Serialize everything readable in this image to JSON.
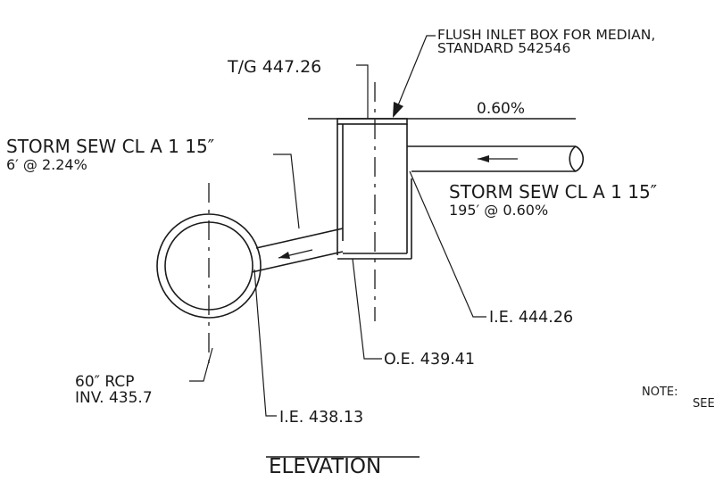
{
  "drawing": {
    "callouts": {
      "inlet_box_line1": "FLUSH INLET BOX FOR MEDIAN,",
      "inlet_box_line2": "STANDARD 542546",
      "top_of_grate": "T/G 447.26",
      "grade_slope": "0.60%",
      "left_sewer_line1": "STORM SEW CL A 1 15″",
      "left_sewer_line2": "6′ @ 2.24%",
      "right_sewer_line1": "STORM SEW CL A 1 15″",
      "right_sewer_line2": "195′ @ 0.60%",
      "inlet_invert": "I.E. 444.26",
      "outlet_elevation": "O.E. 439.41",
      "rcp_line1": "60″ RCP",
      "rcp_line2": "INV. 435.7",
      "outlet_invert": "I.E. 438.13"
    },
    "note_label": "NOTE:",
    "note_text": "SEE",
    "view_title": "ELEVATION"
  }
}
